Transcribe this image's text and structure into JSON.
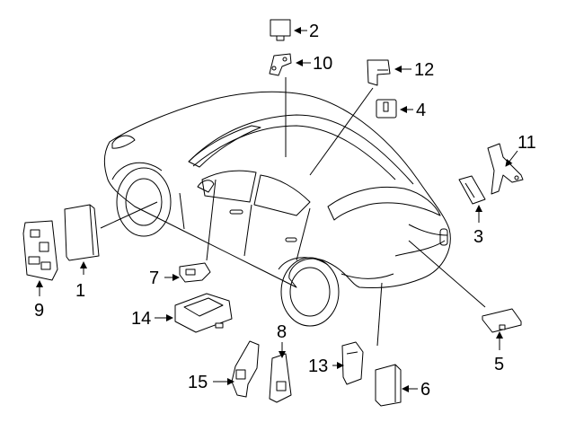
{
  "diagram": {
    "type": "exploded-parts-diagram",
    "callouts": [
      "1",
      "2",
      "3",
      "4",
      "5",
      "6",
      "7",
      "8",
      "9",
      "10",
      "11",
      "12",
      "13",
      "14",
      "15"
    ],
    "icons": {
      "vehicle": "sedan-outline-icon",
      "arrow": "arrow-head-icon"
    },
    "colors": {
      "line": "#000000",
      "background": "#ffffff"
    }
  }
}
